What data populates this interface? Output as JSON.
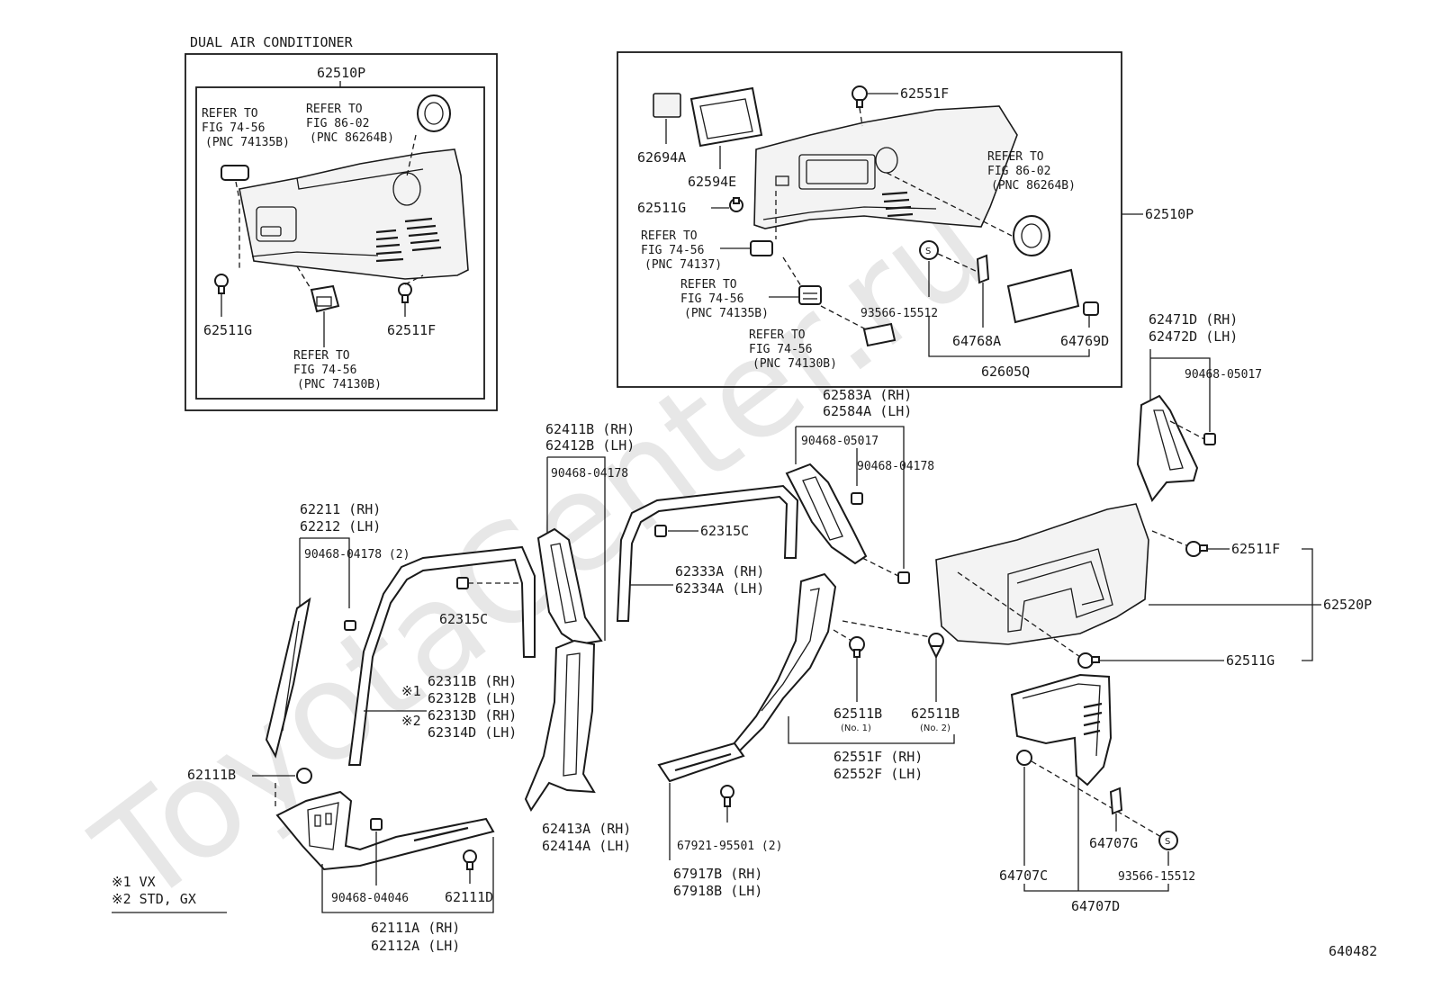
{
  "watermark": "ToyotaCenter.ru",
  "diagram_id": "640482",
  "dual_ac": {
    "heading": "DUAL AIR CONDITIONER",
    "assembly": "62510P",
    "ref1": [
      "REFER TO",
      "FIG 74-56",
      "(PNC 74135B)"
    ],
    "ref2": [
      "REFER TO",
      "FIG 86-02",
      "(PNC 86264B)"
    ],
    "ref3": [
      "REFER TO",
      "FIG 74-56",
      "(PNC 74130B)"
    ],
    "clip_left": "62511G",
    "clip_right": "62511F"
  },
  "quarter_panel": {
    "assembly": "62510P",
    "items": {
      "p62551F": "62551F",
      "p62694A": "62694A",
      "p62594E": "62594E",
      "p62511G": "62511G",
      "p93566": "93566-15512",
      "p64768A": "64768A",
      "p64769D": "64769D",
      "p62605Q": "62605Q"
    },
    "ref_a": [
      "REFER TO",
      "FIG 86-02",
      "(PNC 86264B)"
    ],
    "ref_b": [
      "REFER TO",
      "FIG 74-56",
      "(PNC 74137)"
    ],
    "ref_c": [
      "REFER TO",
      "FIG 74-56",
      "(PNC 74135B)"
    ],
    "ref_d": [
      "REFER TO",
      "FIG 74-56",
      "(PNC 74130B)"
    ]
  },
  "lower_parts": {
    "a_pillar": [
      "62211 (RH)",
      "62212 (LH)"
    ],
    "a_pillar_clip": "90468-04178 (2)",
    "door_opening": [
      "62311B (RH)",
      "62312B (LH)",
      "62313D (RH)",
      "62314D (LH)"
    ],
    "mark1": "※1",
    "mark2": "※2",
    "clip_62315C_a": "62315C",
    "b_pillar_upper": [
      "62411B (RH)",
      "62412B (LH)"
    ],
    "b_pillar_clip": "90468-04178",
    "b_pillar_lower": [
      "62413A (RH)",
      "62414A (LH)"
    ],
    "clip_62315C_b": "62315C",
    "rear_door_opening": [
      "62333A (RH)",
      "62334A (LH)"
    ],
    "c_pillar": [
      "62583A (RH)",
      "62584A (LH)"
    ],
    "c_pillar_clip1": "90468-05017",
    "c_pillar_clip2": "90468-04178",
    "clip_62511B_1": "62511B",
    "clip_62511B_1_sub": "(No. 1)",
    "clip_62511B_2": "62511B",
    "clip_62511B_2_sub": "(No. 2)",
    "wheel_trim": [
      "62551F (RH)",
      "62552F (LH)"
    ],
    "step_cover": [
      "67917B (RH)",
      "67918B (LH)"
    ],
    "step_screw": "67921-95501 (2)",
    "kick_panel": [
      "62111A (RH)",
      "62112A (LH)"
    ],
    "kick_clip": "90468-04046",
    "kick_bolt_a": "62111B",
    "kick_bolt_b": "62111D",
    "d_pillar": [
      "62471D (RH)",
      "62472D (LH)"
    ],
    "d_pillar_clip": "90468-05017",
    "rear_panel": "62520P",
    "rear_clip_f": "62511F",
    "rear_clip_g": "62511G",
    "tray_clip": "64707C",
    "tray_bracket": "64707G",
    "tray_screw": "93566-15512",
    "tray_assy": "64707D"
  },
  "legend": {
    "line1": "※1 VX",
    "line2": "※2 STD, GX"
  }
}
